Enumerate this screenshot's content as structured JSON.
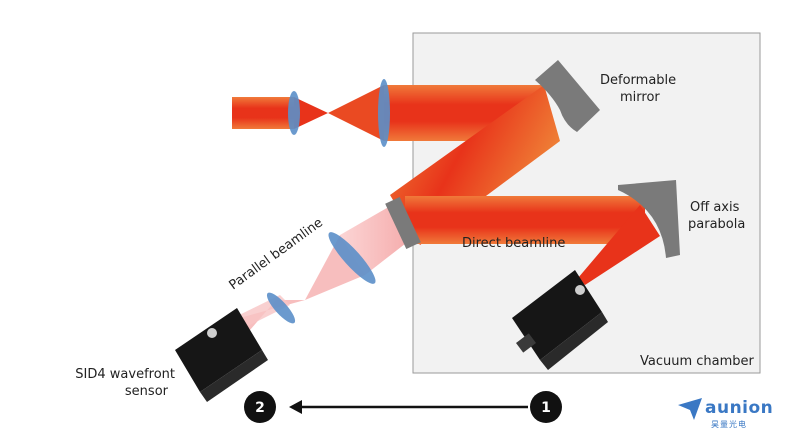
{
  "labels": {
    "deformable_mirror_line1": "Deformable",
    "deformable_mirror_line2": "mirror",
    "off_axis_line1": "Off axis",
    "off_axis_line2": "parabola",
    "direct_beamline": "Direct  beamline",
    "parallel_beamline": "Parallel beamline",
    "sensor_line1": "SID4 wavefront",
    "sensor_line2": "sensor",
    "vacuum_chamber": "Vacuum chamber"
  },
  "steps": {
    "from": "1",
    "to": "2"
  },
  "logo": {
    "name": "aunion",
    "sub": "昊量光电"
  },
  "colors": {
    "beam_red": "#e8331a",
    "beam_orange": "#f08a3a",
    "beam_pink": "#f5a8a8",
    "lens_blue": "#5b8fc9",
    "mirror_gray": "#7a7a7a",
    "chamber_bg": "#f2f2f2",
    "brand_blue": "#3a78c4"
  }
}
